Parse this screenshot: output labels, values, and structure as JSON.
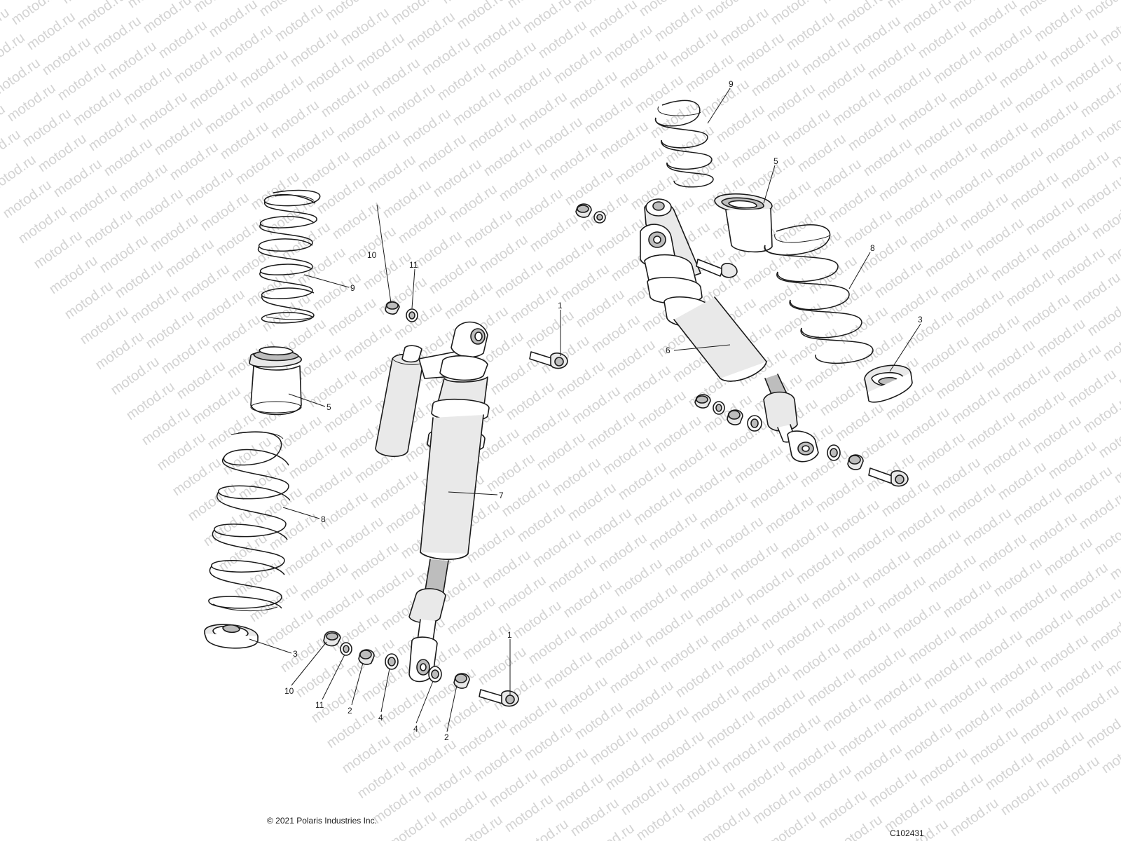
{
  "watermark_text": "motod.ru",
  "copyright": "© 2021 Polaris Industries Inc.",
  "figure_id": "C102431",
  "callouts": [
    {
      "id": "c-9-left",
      "label": "9"
    },
    {
      "id": "c-5-left",
      "label": "5"
    },
    {
      "id": "c-8-left",
      "label": "8"
    },
    {
      "id": "c-3-left",
      "label": "3"
    },
    {
      "id": "c-10-top",
      "label": "10"
    },
    {
      "id": "c-11-top",
      "label": "11"
    },
    {
      "id": "c-1-top",
      "label": "1"
    },
    {
      "id": "c-7",
      "label": "7"
    },
    {
      "id": "c-10-bottom",
      "label": "10"
    },
    {
      "id": "c-11-bottom",
      "label": "11"
    },
    {
      "id": "c-2-bottom-left",
      "label": "2"
    },
    {
      "id": "c-4-left",
      "label": "4"
    },
    {
      "id": "c-4-right",
      "label": "4"
    },
    {
      "id": "c-2-bottom-right",
      "label": "2"
    },
    {
      "id": "c-1-bottom",
      "label": "1"
    },
    {
      "id": "c-9-right",
      "label": "9"
    },
    {
      "id": "c-5-right",
      "label": "5"
    },
    {
      "id": "c-8-right",
      "label": "8"
    },
    {
      "id": "c-6",
      "label": "6"
    },
    {
      "id": "c-3-right",
      "label": "3"
    }
  ]
}
